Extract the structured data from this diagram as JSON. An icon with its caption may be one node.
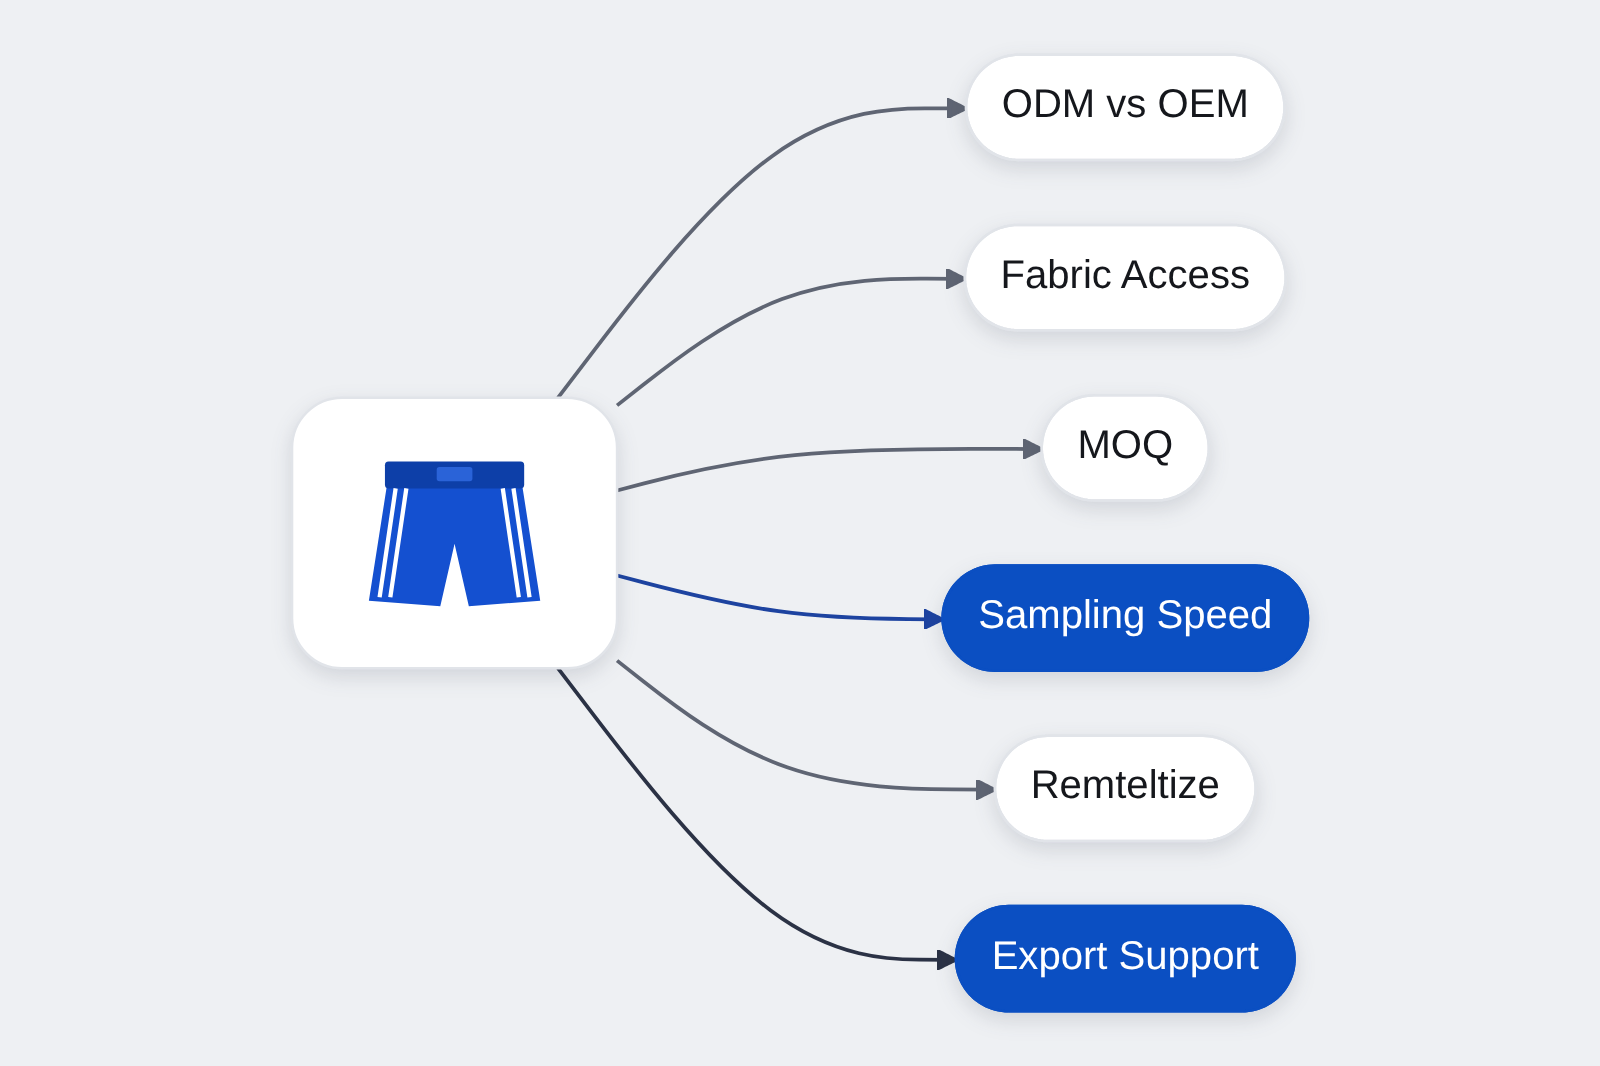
{
  "diagram": {
    "nodes": [
      {
        "text": [
          "ODM vs OEM"
        ]
      },
      {
        "text": [
          "Fabric Access"
        ]
      },
      {
        "text": [
          "MOQ"
        ]
      },
      {
        "text": [],
        "shape": "picture"
      },
      {
        "text": [
          "Sampling Speed"
        ]
      },
      {
        "text": [
          "Remteltize"
        ]
      },
      {
        "text": [
          "Export Support"
        ]
      }
    ],
    "edges": [
      {
        "from": 3,
        "to": 0,
        "arrow": "to"
      },
      {
        "from": 3,
        "to": 1,
        "arrow": "to"
      },
      {
        "from": 3,
        "to": 2,
        "arrow": "to"
      },
      {
        "from": 3,
        "to": 4,
        "arrow": "to",
        "color": "#1d43a0"
      },
      {
        "from": 3,
        "to": 5,
        "arrow": "to"
      },
      {
        "from": 3,
        "to": 6,
        "arrow": "to",
        "color": "#2b3245"
      }
    ]
  }
}
